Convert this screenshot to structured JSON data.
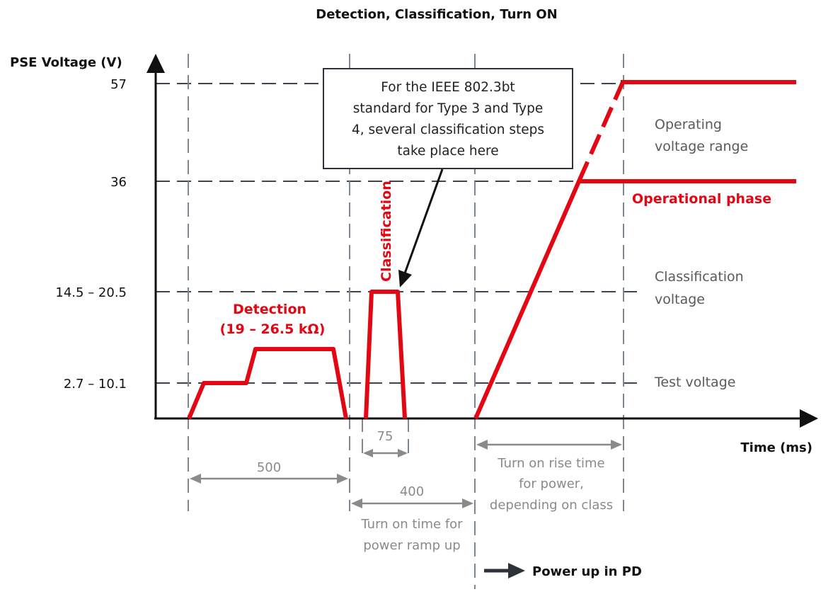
{
  "title": "Detection, Classification, Turn ON",
  "y_axis_label": "PSE Voltage (V)",
  "x_axis_label": "Time (ms)",
  "y_ticks": [
    "57",
    "36",
    "14.5 – 20.5",
    "2.7 – 10.1"
  ],
  "right_labels": {
    "operating_line1": "Operating",
    "operating_line2": "voltage range",
    "operational_phase": "Operational phase",
    "classification_line1": "Classification",
    "classification_line2": "voltage",
    "test_voltage": "Test voltage"
  },
  "detection_label_line1": "Detection",
  "detection_label_line2": "(19 – 26.5 kΩ)",
  "classification_label": "Classification",
  "callout_lines": [
    "For the IEEE 802.3bt",
    "standard for Type 3 and Type",
    "4, several classification steps",
    "take place here"
  ],
  "measures": {
    "m500": "500",
    "m75": "75",
    "m400": "400",
    "turn_on_time_line1": "Turn on time for",
    "turn_on_time_line2": "power ramp up",
    "rise_time_line1": "Turn on rise time",
    "rise_time_line2": "for power,",
    "rise_time_line3": "depending on class"
  },
  "power_up_label": "Power up in PD",
  "colors": {
    "accent_red": "#e30613",
    "grid": "#3d4650",
    "arrow_dark": "#2b323a",
    "measure_gray": "#8a8a8a"
  }
}
